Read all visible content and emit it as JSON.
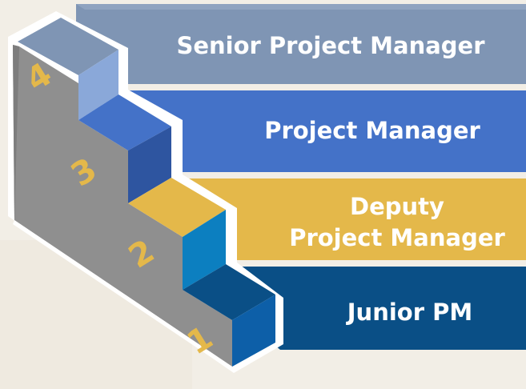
{
  "levels": [
    {
      "number": "4",
      "title": "Senior Project Manager",
      "color": "#7f95b4"
    },
    {
      "number": "3",
      "title": "Project Manager",
      "color": "#4472c8"
    },
    {
      "number": "2",
      "title_line1": "Deputy",
      "title_line2": "Project Manager",
      "color": "#e4b84a"
    },
    {
      "number": "1",
      "title": "Junior PM",
      "color": "#0a4f86"
    }
  ],
  "colors": {
    "background": "#f2eee6",
    "stair_side": "#8f8f8f",
    "stair_outline": "#ffffff",
    "number_color": "#e4b84a"
  }
}
